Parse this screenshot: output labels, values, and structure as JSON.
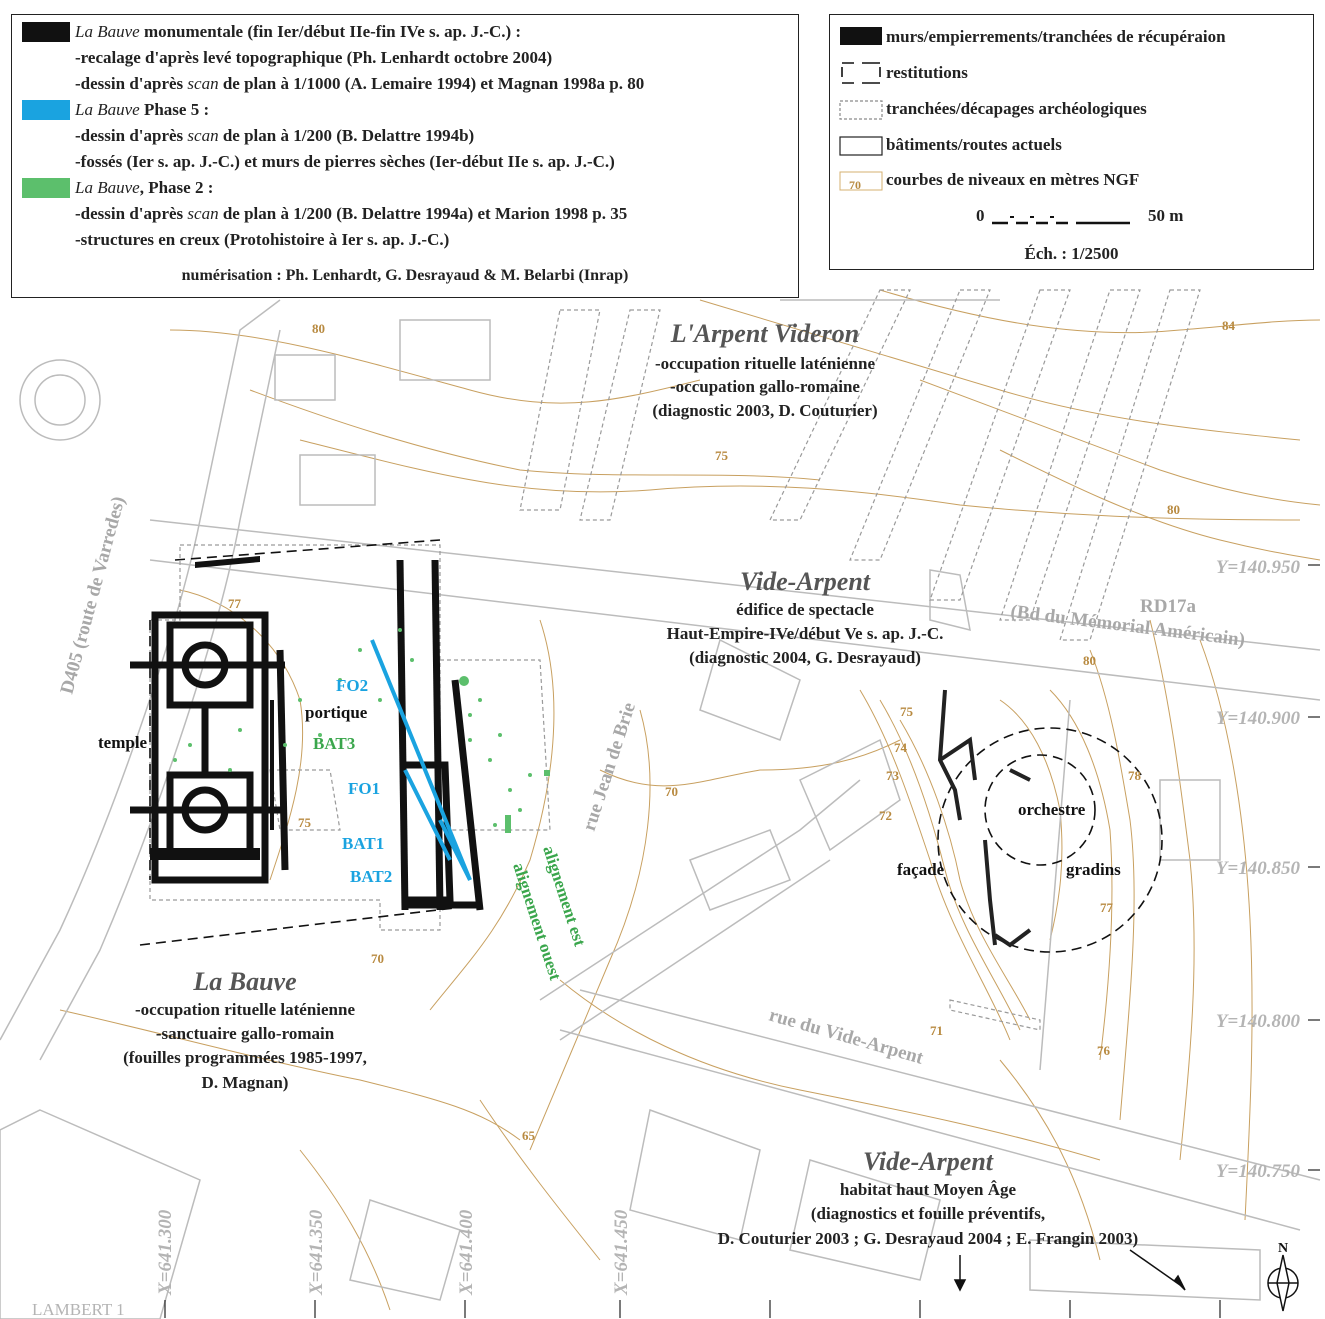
{
  "legend_left": {
    "rows": [
      {
        "swatch": "#111111",
        "name": "La Bauve",
        "rest": " monumentale (fin Ier/début IIe-fin IVe s. ap. J.-C.) :"
      },
      {
        "text": "-recalage d'après levé topographique (Ph. Lenhardt octobre 2004)"
      },
      {
        "pre": "-dessin d'après ",
        "em": "scan",
        "post": " de plan à 1/1000 (A. Lemaire 1994) et Magnan 1998a p. 80"
      },
      {
        "swatch": "#1aa3e0",
        "name": "La Bauve",
        "rest": " Phase 5 :"
      },
      {
        "pre": "-dessin d'après ",
        "em": "scan",
        "post": " de plan à 1/200 (B. Delattre 1994b)"
      },
      {
        "text": "-fossés (Ier s. ap. J.-C.) et murs de pierres sèches (Ier-début IIe s. ap. J.-C.)"
      },
      {
        "swatch": "#5cbf6c",
        "name": "La Bauve",
        "rest": ", Phase 2 :"
      },
      {
        "pre": "-dessin d'après ",
        "em": "scan",
        "post": " de plan à 1/200 (B. Delattre 1994a) et Marion 1998 p. 35"
      },
      {
        "text": "-structures en creux (Protohistoire à Ier s. ap. J.-C.)"
      }
    ],
    "credit": "numérisation : Ph. Lenhardt, G. Desrayaud & M. Belarbi (Inrap)"
  },
  "legend_right": {
    "items": [
      {
        "style": "solid",
        "label": "murs/empierrements/tranchées de récupéraion"
      },
      {
        "style": "dashed",
        "label": "restitutions"
      },
      {
        "style": "dotted",
        "label": "tranchées/décapages archéologiques"
      },
      {
        "style": "outline",
        "label": "bâtiments/routes actuels"
      },
      {
        "style": "contour",
        "code": "70",
        "label": "courbes de niveaux en mètres NGF"
      }
    ],
    "scale_zero": "0",
    "scale_end": "50 m",
    "scale_ratio": "Éch. : 1/2500"
  },
  "places": {
    "arpent_title": "L'Arpent Videron",
    "arpent_lines": [
      "-occupation rituelle laténienne",
      "-occupation gallo-romaine",
      "(diagnostic 2003, D. Couturier)"
    ],
    "vide1_title": "Vide-Arpent",
    "vide1_lines": [
      "édifice de spectacle",
      "Haut-Empire-IVe/début Ve s. ap. J.-C.",
      "(diagnostic 2004, G. Desrayaud)"
    ],
    "bauve_title": "La Bauve",
    "bauve_lines": [
      "-occupation rituelle laténienne",
      "-sanctuaire gallo-romain",
      "(fouilles programmées 1985-1997,",
      "D. Magnan)"
    ],
    "vide2_title": "Vide-Arpent",
    "vide2_lines": [
      "habitat haut Moyen Âge",
      "(diagnostics et fouille préventifs,",
      "D. Couturier 2003 ; G. Desrayaud 2004 ; E. Frangin 2003)"
    ]
  },
  "features": {
    "temple": "temple",
    "portique": "portique",
    "fo2": "FO2",
    "bat3": "BAT3",
    "fo1": "FO1",
    "bat1": "BAT1",
    "bat2": "BAT2",
    "align_est": "alignement est",
    "align_ouest": "alignement ouest",
    "orchestre": "orchestre",
    "gradins": "gradins",
    "facade": "façade"
  },
  "roads": {
    "d405": "D405 (route de Varredes)",
    "rd17a": "RD17a",
    "bd": "(Bd du Mémorial Américain)",
    "jean": "rue Jean de Brie",
    "vide": "rue du Vide-Arpent"
  },
  "contours": [
    "80",
    "75",
    "84",
    "80",
    "77",
    "75",
    "70",
    "70",
    "74",
    "73",
    "72",
    "75",
    "78",
    "80",
    "77",
    "71",
    "76",
    "65"
  ],
  "grid": {
    "y": [
      "Y=140.950",
      "Y=140.900",
      "Y=140.850",
      "Y=140.800",
      "Y=140.750"
    ],
    "x": [
      "X=641.300",
      "X=641.350",
      "X=641.400",
      "X=641.450"
    ],
    "projection": "LAMBERT 1",
    "north": "N"
  },
  "colors": {
    "contour": "#c8a060",
    "grid": "#b0b0b0",
    "phase5": "#1aa3e0",
    "phase2": "#5cbf6c",
    "walls": "#111111"
  }
}
